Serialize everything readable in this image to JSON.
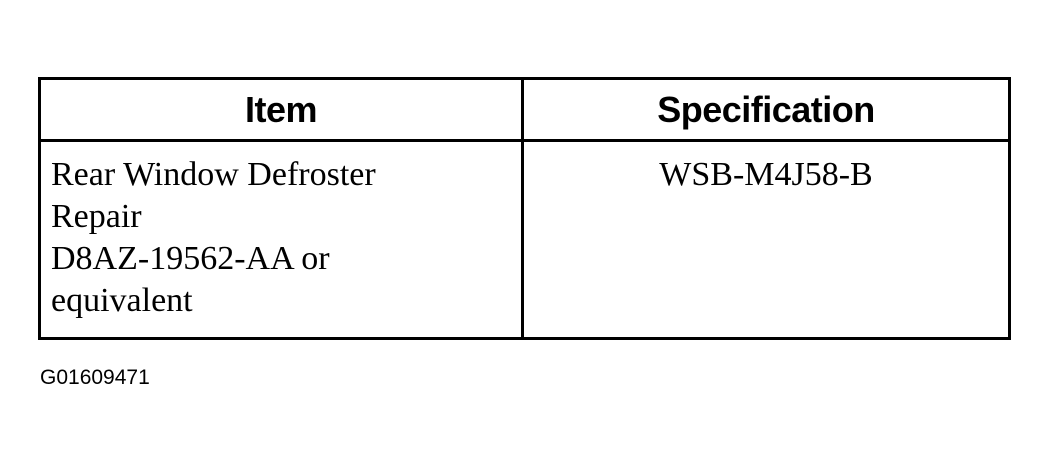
{
  "table": {
    "headers": {
      "item": "Item",
      "specification": "Specification"
    },
    "rows": [
      {
        "item_lines": [
          "Rear Window Defroster",
          "Repair",
          "D8AZ-19562-AA or",
          "equivalent"
        ],
        "specification": "WSB-M4J58-B"
      }
    ]
  },
  "figure_id": "G01609471"
}
